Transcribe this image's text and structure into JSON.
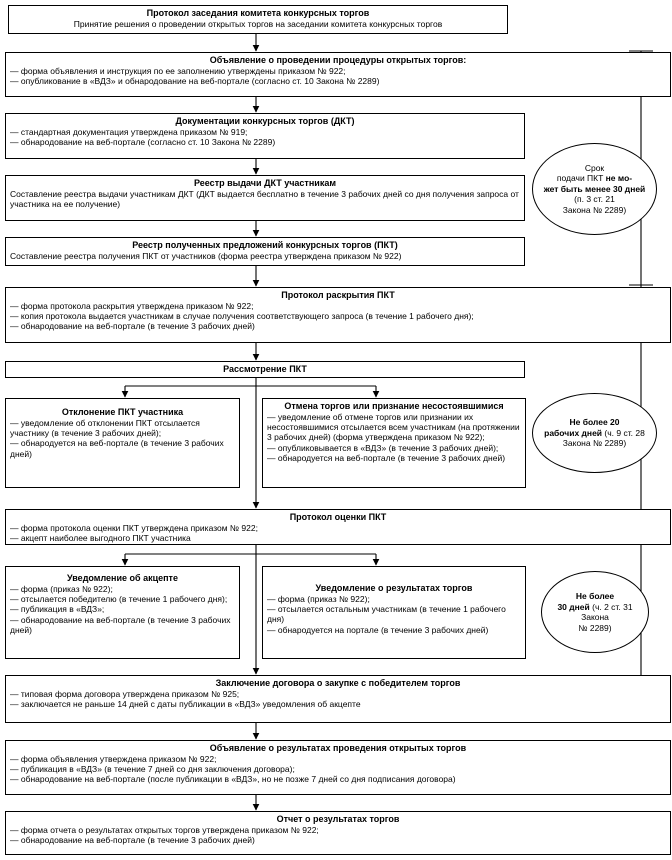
{
  "diagram": {
    "b1": {
      "title": "Протокол заседания комитета конкурсных торгов",
      "sub": "Принятие решения о проведении открытых торгов на заседании комитета конкурсных торгов"
    },
    "b2": {
      "title": "Объявление о проведении процедуры открытых торгов:",
      "lines": [
        "— форма объявления и инструкция по ее заполнению утверждены приказом № 922;",
        "— опубликование в «ВДЗ» и обнародование на веб-портале (согласно ст. 10 Закона № 2289)"
      ]
    },
    "b3": {
      "title": "Документации конкурсных торгов (ДКТ)",
      "lines": [
        "— стандартная документация утверждена приказом № 919;",
        "— обнародование на веб-портале (согласно ст. 10 Закона № 2289)"
      ]
    },
    "b4": {
      "title": "Реестр выдачи ДКТ участникам",
      "text": "Составление реестра выдачи участникам ДКТ (ДКТ выдается бесплатно в течение 3 рабочих дней со дня получения запроса от участника на ее получение)"
    },
    "b5": {
      "title": "Реестр полученных предложений конкурсных торгов (ПКТ)",
      "text": "Составление реестра получения ПКТ от участников (форма реестра утверждена приказом № 922)"
    },
    "b6": {
      "title": "Протокол раскрытия ПКТ",
      "lines": [
        "— форма протокола раскрытия утверждена приказом № 922;",
        "— копия протокола выдается участникам в случае получения соответствующего запроса (в течение 1 рабочего дня);",
        "— обнародование на веб-портале (в течение 3 рабочих дней)"
      ]
    },
    "b7": {
      "title": "Рассмотрение ПКТ"
    },
    "b8": {
      "title": "Отклонение ПКТ участника",
      "lines": [
        "— уведомление об отклонении ПКТ отсылается участнику (в течение 3 рабочих дней);",
        "— обнародуется на веб-портале (в течение 3 рабочих дней)"
      ]
    },
    "b9": {
      "title": "Отмена торгов или признание несостоявшимися",
      "lines": [
        "— уведомление об отмене торгов или признании их несостоявшимися отсылается всем участникам (на протяжении 3 рабочих дней) (форма утверждена приказом № 922);",
        "— опубликовывается в «ВДЗ» (в течение 3 рабочих дней);",
        "— обнародуется на веб-портале (в течение 3 рабочих дней)"
      ]
    },
    "b10": {
      "title": "Протокол оценки ПКТ",
      "lines": [
        "— форма протокола оценки ПКТ утверждена приказом № 922;",
        "— акцепт наиболее выгодного ПКТ участника"
      ]
    },
    "b11": {
      "title": "Уведомление об акцепте",
      "lines": [
        "— форма (приказ № 922);",
        "— отсылается победителю (в течение 1 рабочего дня);",
        "— публикация в «ВДЗ»;",
        "— обнародование на веб-портале (в течение 3 рабочих дней)"
      ]
    },
    "b12": {
      "title": "Уведомление о результатах торгов",
      "lines": [
        "— форма (приказ № 922);",
        "— отсылается остальным участникам (в течение 1 рабочего дня)",
        "— обнародуется на портале (в течение 3 рабочих дней)"
      ]
    },
    "b13": {
      "title": "Заключение договора о закупке с победителем торгов",
      "lines": [
        "— типовая форма договора утверждена приказом № 925;",
        "— заключается не раньше 14 дней с даты публикации в «ВДЗ» уведомления об акцепте"
      ]
    },
    "b14": {
      "title": "Объявление о результатах проведения открытых торгов",
      "lines": [
        "— форма объявления утверждена приказом № 922;",
        "— публикация в «ВДЗ» (в течение 7 дней со дня заключения договора);",
        "— обнародование на веб-портале (после публикации в «ВДЗ», но не позже 7 дней со дня подписания договора)"
      ]
    },
    "b15": {
      "title": "Отчет о результатах торгов",
      "lines": [
        "— форма отчета о результатах открытых торгов утверждена приказом № 922;",
        "— обнародование на веб-портале (в течение 3 рабочих дней)"
      ]
    },
    "oval1": {
      "l1": "Срок",
      "l2a": "подачи ПКТ ",
      "l2b": "не мо-",
      "l3": "жет быть менее 30 дней",
      "l4": "(п. 3 ст. 21",
      "l5": "Закона № 2289)"
    },
    "oval2": {
      "l1": "Не более 20",
      "l2a": "рабочих дней",
      "l2b": " (ч. 9 ст. 28",
      "l3": "Закона № 2289)"
    },
    "oval3": {
      "l1": "Не более",
      "l2a": "30 дней",
      "l2b": " (ч. 2 ст. 31",
      "l3": "Закона",
      "l4": "№ 2289)"
    }
  }
}
